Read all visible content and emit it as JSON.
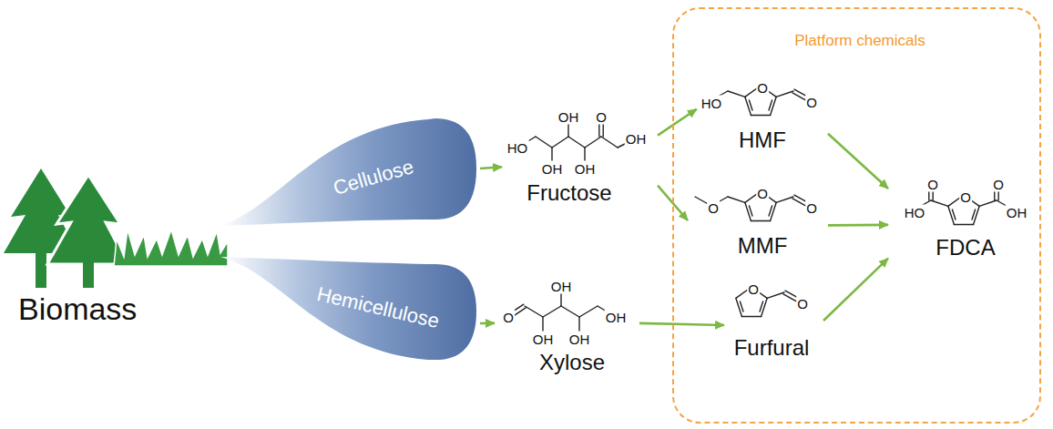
{
  "diagram": {
    "nodes": [
      {
        "text": [
          "Cellulose"
        ]
      },
      {
        "text": [
          "Hemicellulose"
        ]
      },
      {
        "text": [
          "HO",
          "OH",
          "O",
          "OH",
          "OH",
          "OH",
          "Fructose"
        ]
      },
      {
        "text": [
          "O",
          "OH",
          "OH",
          "OH",
          "OH",
          "Xylose"
        ]
      },
      {
        "text": [
          "Platform chemicals"
        ]
      },
      {
        "text": [
          "HO",
          "O",
          "O",
          "HMF"
        ],
        "in": 4
      },
      {
        "text": [
          "O",
          "O",
          "O",
          "MMF"
        ],
        "in": 4
      },
      {
        "text": [
          "O",
          "O",
          "Furfural"
        ],
        "in": 4
      },
      {
        "text": [
          "O",
          "O",
          "HO",
          "O",
          "OH",
          "FDCA"
        ],
        "in": 4
      }
    ],
    "edges": [
      {
        "from": 0,
        "to": 2,
        "arrow": "to"
      },
      {
        "from": 1,
        "to": 3,
        "arrow": "to"
      },
      {
        "from": 2,
        "to": 5,
        "arrow": "to"
      },
      {
        "from": 2,
        "to": 6,
        "arrow": "to"
      },
      {
        "from": 3,
        "to": 7,
        "arrow": "to"
      },
      {
        "from": 5,
        "to": 8,
        "arrow": "to"
      },
      {
        "from": 6,
        "to": 8,
        "arrow": "to"
      },
      {
        "from": 7,
        "to": 8,
        "arrow": "to"
      }
    ],
    "labels": [
      "Biomass"
    ]
  }
}
